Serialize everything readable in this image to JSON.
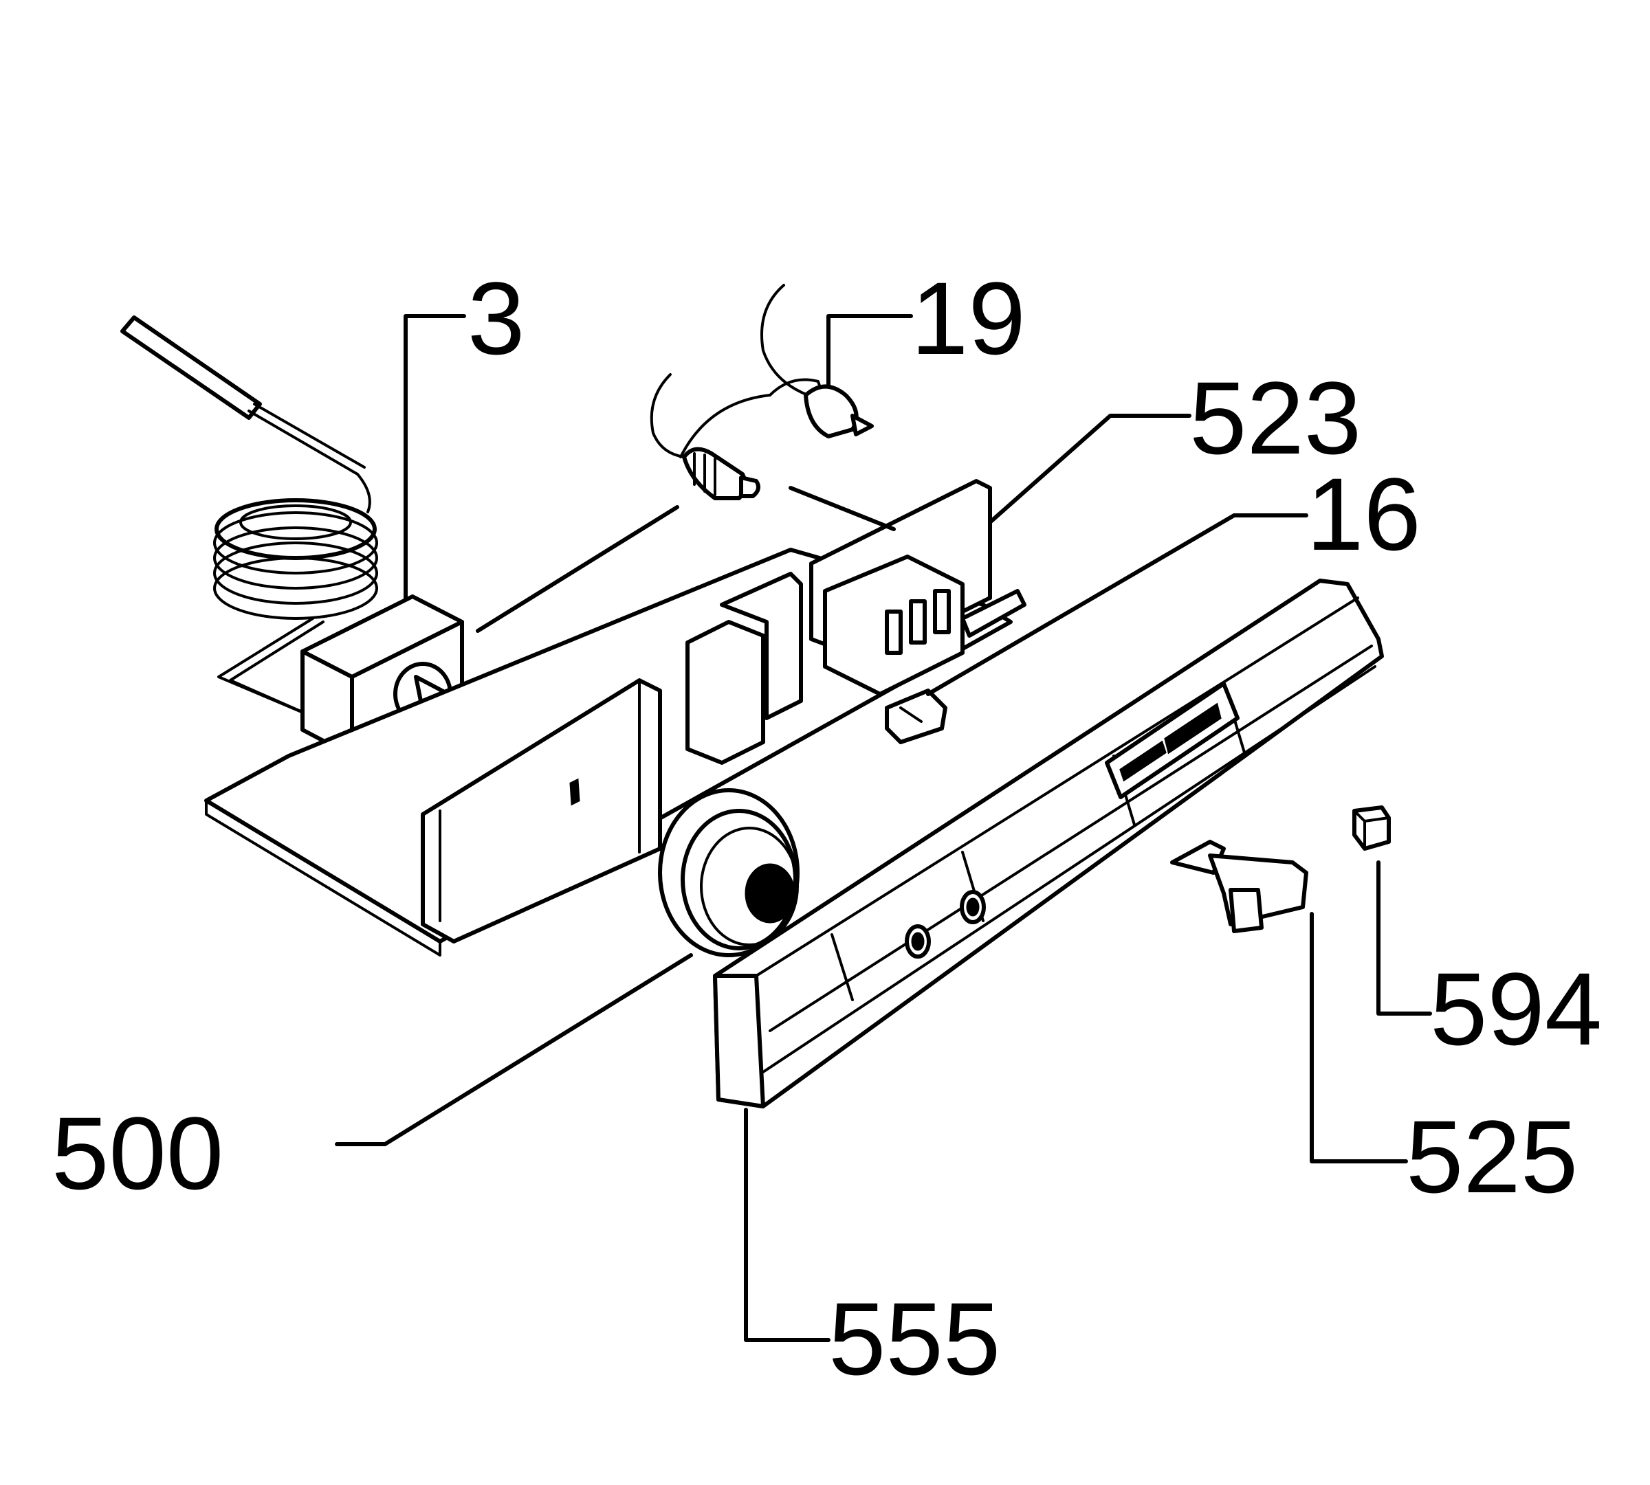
{
  "diagram": {
    "callouts": {
      "c3": "3",
      "c19": "19",
      "c523": "523",
      "c16": "16",
      "c594": "594",
      "c500": "500",
      "c525": "525",
      "c555": "555"
    }
  }
}
